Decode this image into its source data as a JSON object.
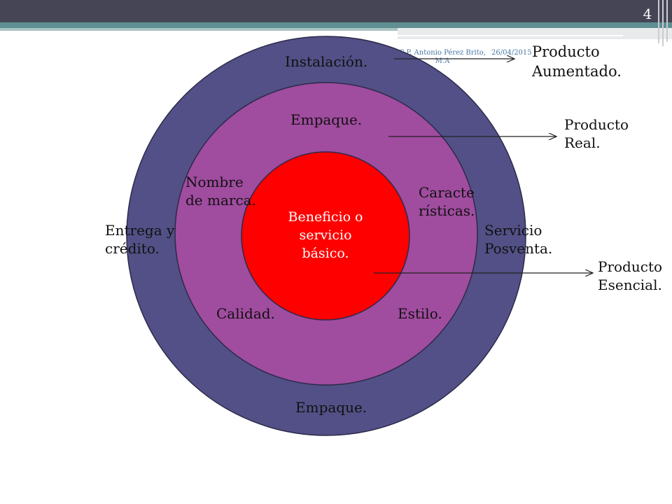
{
  "slide": {
    "page_number": "4",
    "footer_author": "C.P. Antonio Pérez Brito, M.A",
    "footer_date": "26/04/2015"
  },
  "diagram": {
    "outer_ring": {
      "color": "#525086",
      "labels": {
        "top": "Instalación.",
        "left": [
          "Entrega y",
          "crédito."
        ],
        "right": [
          "Servicio",
          "Posventa."
        ],
        "bottom": "Empaque."
      }
    },
    "middle_ring": {
      "color": "#a04c9f",
      "labels": {
        "top": "Empaque.",
        "upper_left": [
          "Nombre",
          "de marca."
        ],
        "upper_right": [
          "Caracte",
          "rísticas."
        ],
        "lower_left": "Calidad.",
        "lower_right": "Estilo."
      }
    },
    "core": {
      "color": "#ff0000",
      "label": [
        "Beneficio o",
        "servicio",
        "básico."
      ]
    },
    "callouts": [
      [
        "Producto",
        "Aumentado."
      ],
      [
        "Producto",
        "Real."
      ],
      [
        "Producto",
        "Esencial."
      ]
    ]
  }
}
